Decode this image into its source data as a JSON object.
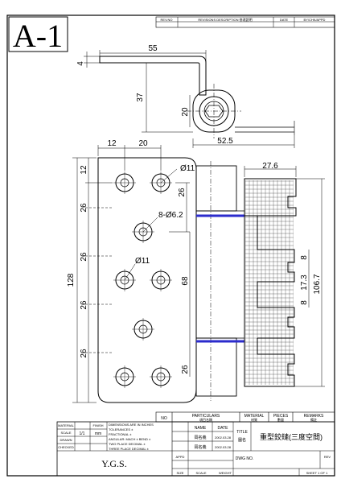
{
  "sheet": {
    "code": "A-1",
    "company": "Y.G.S.",
    "revision_headers": {
      "rev_no": "REV.NO",
      "description": "REVISIONS DESCRIPTION 修改說明",
      "date": "DATE",
      "by": "BY/CHK/APPD"
    }
  },
  "dimensions": {
    "top_width": "55",
    "top_thickness": "4",
    "top_height": "37",
    "side_height": "20",
    "overall_width": "52.5",
    "hole_pitch_x1": "12",
    "hole_pitch_x2": "20",
    "hole_dia_top": "Ø11",
    "hole_spacing_right": "26",
    "holes_count_dia": "8-Ø6.2",
    "hole_dia_mid": "Ø11",
    "total_height": "128",
    "middle_span": "68",
    "knuckle_width": "27.6",
    "gap_a": "8",
    "gap_b": "8",
    "mid_span": "17.3",
    "overall_right": "106.7",
    "left_spacings": [
      "12",
      "26",
      "26",
      "26",
      "26"
    ]
  },
  "title_block": {
    "no_label": "NO",
    "particulars": "PARTICULARS",
    "particulars_cn": "項目名稱",
    "material": "MATERIAL",
    "material_cn": "材質",
    "pieces": "PIECES",
    "pieces_cn": "數量",
    "remarks": "REMARKS",
    "remarks_cn": "備註",
    "name": "NAME",
    "date": "DATE",
    "row1_name": "岡名義",
    "row2_name": "岡名義",
    "row1_date": "2002.03.28",
    "row2_date": "2002.03.28",
    "title_label": "TITLE",
    "title_cn": "圖名",
    "title_value": "重型鉸鏈(三度空間)",
    "dwg_no_label": "DWG NO.",
    "material_label": "MATERIAL",
    "finish_label": "FINISH",
    "scale_label": "SCALE",
    "scale_value": "1/1",
    "unit_value": "mm",
    "tolerance_heading": "DIMENSIONS ARE IN INCHES",
    "tolerance_lines": [
      "TOLERANCES ±",
      "FRACTIONAL ±",
      "ANGULAR: MACH ±   BEND ±",
      "TWO PLACE DECIMAL ±",
      "THREE PLACE DECIMAL ±"
    ],
    "drawn_label": "DRAWN",
    "checked_label": "CHECKED",
    "approved_label": "APPD",
    "size_label": "SIZE",
    "sheet_label": "SHEET 1 OF 1",
    "rev_label": "REV",
    "scale_bottom": "SCALE",
    "weight_label": "WEIGHT"
  }
}
